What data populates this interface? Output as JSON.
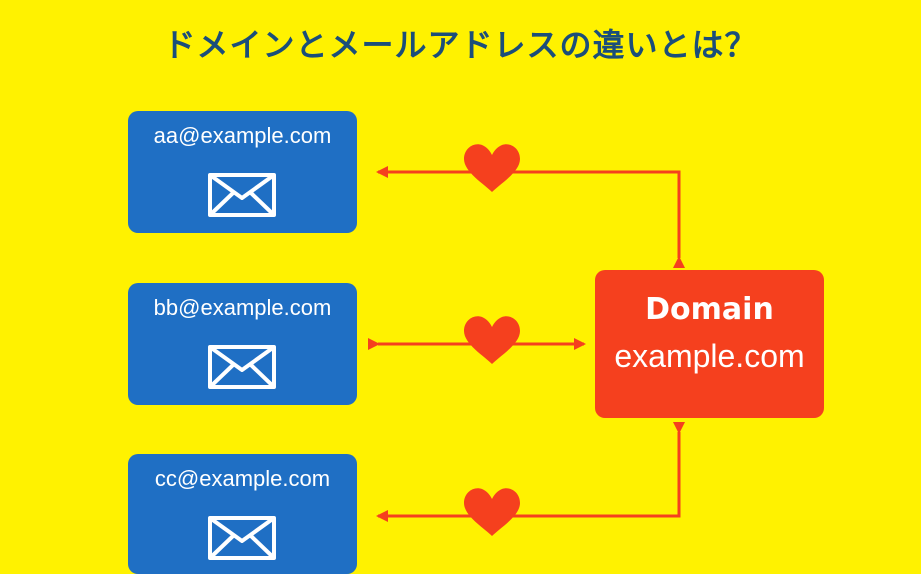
{
  "title": "ドメインとメールアドレスの違いとは？",
  "emails": [
    {
      "address": "aa@example.com"
    },
    {
      "address": "bb@example.com"
    },
    {
      "address": "cc@example.com"
    }
  ],
  "domain": {
    "label": "Domain",
    "name": "example.com"
  },
  "colors": {
    "background": "#FFF200",
    "title": "#1B4E7A",
    "email_box": "#1F6FC4",
    "domain_box": "#F5401E",
    "connector": "#F5401E",
    "heart": "#F5401E"
  },
  "icons": {
    "email": "envelope-icon",
    "link": "heart-icon"
  }
}
